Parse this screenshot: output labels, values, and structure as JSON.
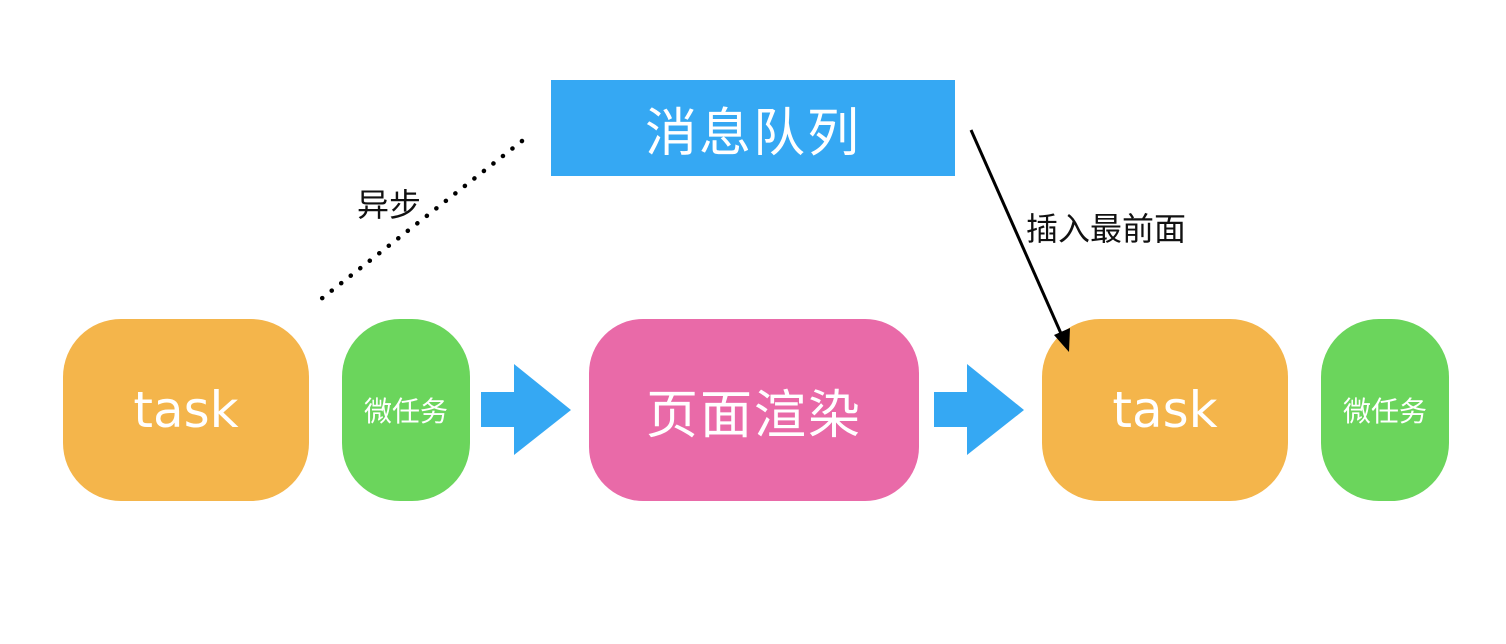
{
  "diagram": {
    "queue_label": "消息队列",
    "async_label": "异步",
    "insert_label": "插入最前面",
    "sequence": [
      {
        "kind": "task",
        "label": "task"
      },
      {
        "kind": "microtask",
        "label": "微任务"
      },
      {
        "kind": "render",
        "label": "页面渲染"
      },
      {
        "kind": "task",
        "label": "task"
      },
      {
        "kind": "microtask",
        "label": "微任务"
      }
    ],
    "colors": {
      "queue": "#35a8f3",
      "task": "#f4b54b",
      "microtask": "#6bd55c",
      "render": "#e96aa8",
      "arrow": "#35a8f3"
    }
  }
}
